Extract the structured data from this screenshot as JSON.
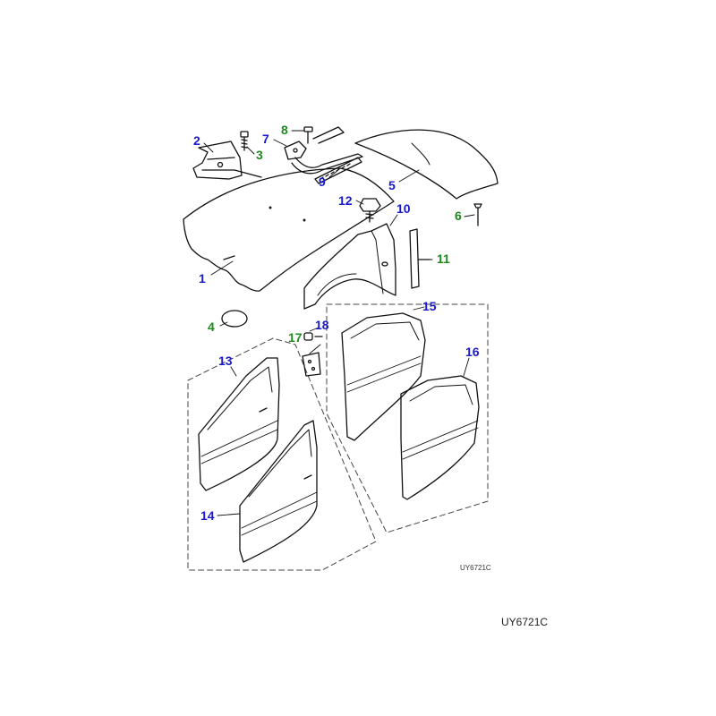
{
  "colors": {
    "blue_callout": "#1a1acd",
    "green_callout": "#1e8a1e",
    "line": "#111111",
    "dash": "#444444"
  },
  "callouts": [
    {
      "num": "1",
      "color": "blue"
    },
    {
      "num": "2",
      "color": "blue"
    },
    {
      "num": "3",
      "color": "green"
    },
    {
      "num": "4",
      "color": "green"
    },
    {
      "num": "5",
      "color": "blue"
    },
    {
      "num": "6",
      "color": "green"
    },
    {
      "num": "7",
      "color": "blue"
    },
    {
      "num": "8",
      "color": "green"
    },
    {
      "num": "9",
      "color": "blue"
    },
    {
      "num": "10",
      "color": "blue"
    },
    {
      "num": "11",
      "color": "green"
    },
    {
      "num": "12",
      "color": "blue"
    },
    {
      "num": "13",
      "color": "blue"
    },
    {
      "num": "14",
      "color": "blue"
    },
    {
      "num": "15",
      "color": "blue"
    },
    {
      "num": "16",
      "color": "blue"
    },
    {
      "num": "17",
      "color": "green"
    },
    {
      "num": "18",
      "color": "blue"
    }
  ],
  "diagram_code_small": "UY6721C",
  "diagram_code": "UY6721C"
}
